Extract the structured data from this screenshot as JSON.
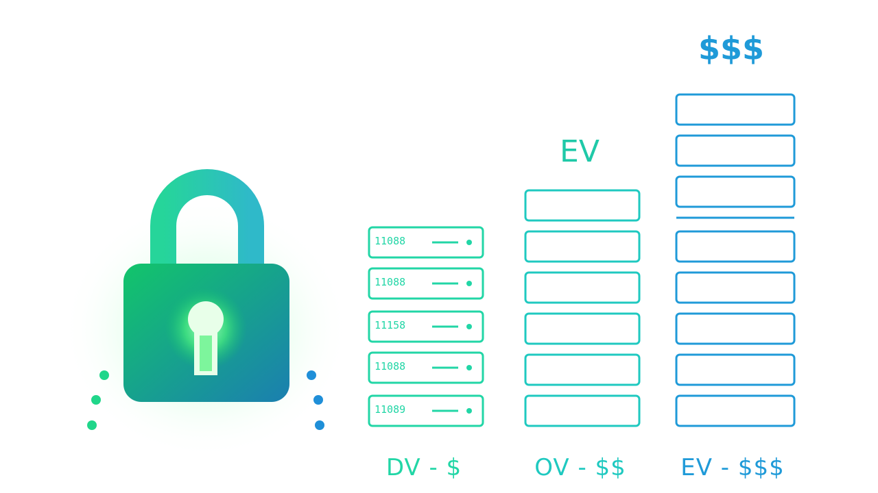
{
  "lock": {
    "icon": "padlock-icon",
    "color_top": "#2ee6a8",
    "color_body": "#12b46a",
    "keyhole_glow": "#6dff9a"
  },
  "tiers": [
    {
      "id": "dv",
      "label": "DV - $",
      "color": "#22d6a6",
      "servers": [
        "11088",
        "11088",
        "11158",
        "11088",
        "11089"
      ]
    },
    {
      "id": "ov",
      "label": "OV - $$",
      "color": "#1fc9c0",
      "top_tag": "EV"
    },
    {
      "id": "ev",
      "label": "EV - $$$",
      "color": "#1f9ad8",
      "top_tag": "$$$"
    }
  ],
  "palette": {
    "teal": "#22d6a6",
    "cyan": "#1fc9c0",
    "blue": "#1f9ad8"
  }
}
